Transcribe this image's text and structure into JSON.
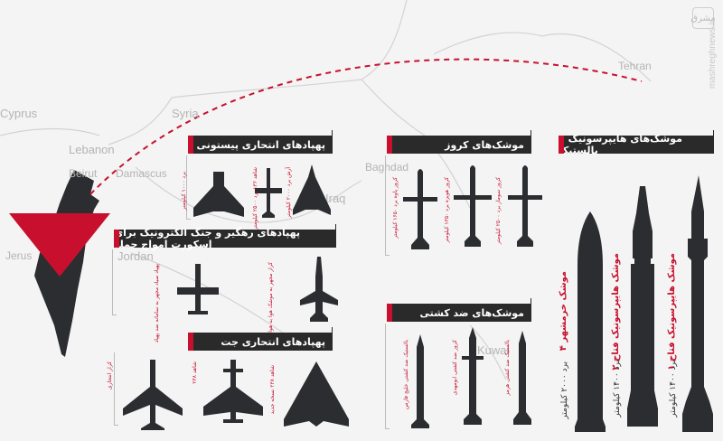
{
  "map_labels": {
    "tehran": "Tehran",
    "syria": "Syria",
    "lebanon": "Lebanon",
    "beirut": "Beirut",
    "damascus": "Damascus",
    "iraq": "Iraq",
    "baghdad": "Baghdad",
    "jordan": "Jordan",
    "jerusalem": "Jerus",
    "cyprus": "Cyprus",
    "kuwait": "Kuwai"
  },
  "watermark": "mashreghnews.ir",
  "logo_text": "مشرق",
  "sections": {
    "piston": {
      "title": "پهپادهای انتحاری پیستونی",
      "labels": [
        "برد ۱۰۰۰ کیلومتر",
        "شاهد ۱۳۶ برد ۲۵۰۰ کیلومتر",
        "آرش برد ۲۰۰۰ کیلومتر"
      ]
    },
    "escort": {
      "title": "پهپادهای رهگیر و جنگ الکترونیک برای اسکورت امواج حمله",
      "labels": [
        "پهپاد صیاد مجهز به سامانه ضد پهپاد",
        "کرار مجهز به موشک هوا به هوا"
      ]
    },
    "jet": {
      "title": "پهپادهای انتحاری جت",
      "labels": [
        "کرار انتحاری",
        "شاهد ۲۳۸",
        "شاهد ۲۳۸ نسخه جدید"
      ]
    },
    "cruise": {
      "title": "موشک‌های کروز",
      "labels": [
        "کروز پاوه برد ۱۶۵۰ کیلومتر",
        "کروز هویزه برد ۱۳۵۰ کیلومتر",
        "کروز سومار برد ۲۵۰۰ کیلومتر"
      ]
    },
    "antiship": {
      "title": "موشک‌های ضد کشتی",
      "labels": [
        "بالستیک ضد کشتی خلیج فارس",
        "کروز ضد کشتی ابومهدی",
        "بالستیک ضد کشتی هرمز"
      ]
    },
    "hypersonic": {
      "title": "موشک‌های هایپرسونیک و بالستیک",
      "missiles": [
        {
          "name": "موشک خرمشهر ۴",
          "range": "برد ۲۰۰۰ کیلومتر"
        },
        {
          "name": "موشک هایپرسونیک فتاح ۲",
          "range": "برد ۱۴۰۰ کیلومتر"
        },
        {
          "name": "موشک هایپرسونیک فتاح ۱",
          "range": "برد ۱۴۰۰ کیلومتر"
        }
      ]
    }
  },
  "colors": {
    "accent": "#c8102e",
    "dark": "#2a2a2a",
    "silhouette": "#2b2d30",
    "map_line": "#cfcfcf",
    "map_label": "#b4b4b4"
  }
}
